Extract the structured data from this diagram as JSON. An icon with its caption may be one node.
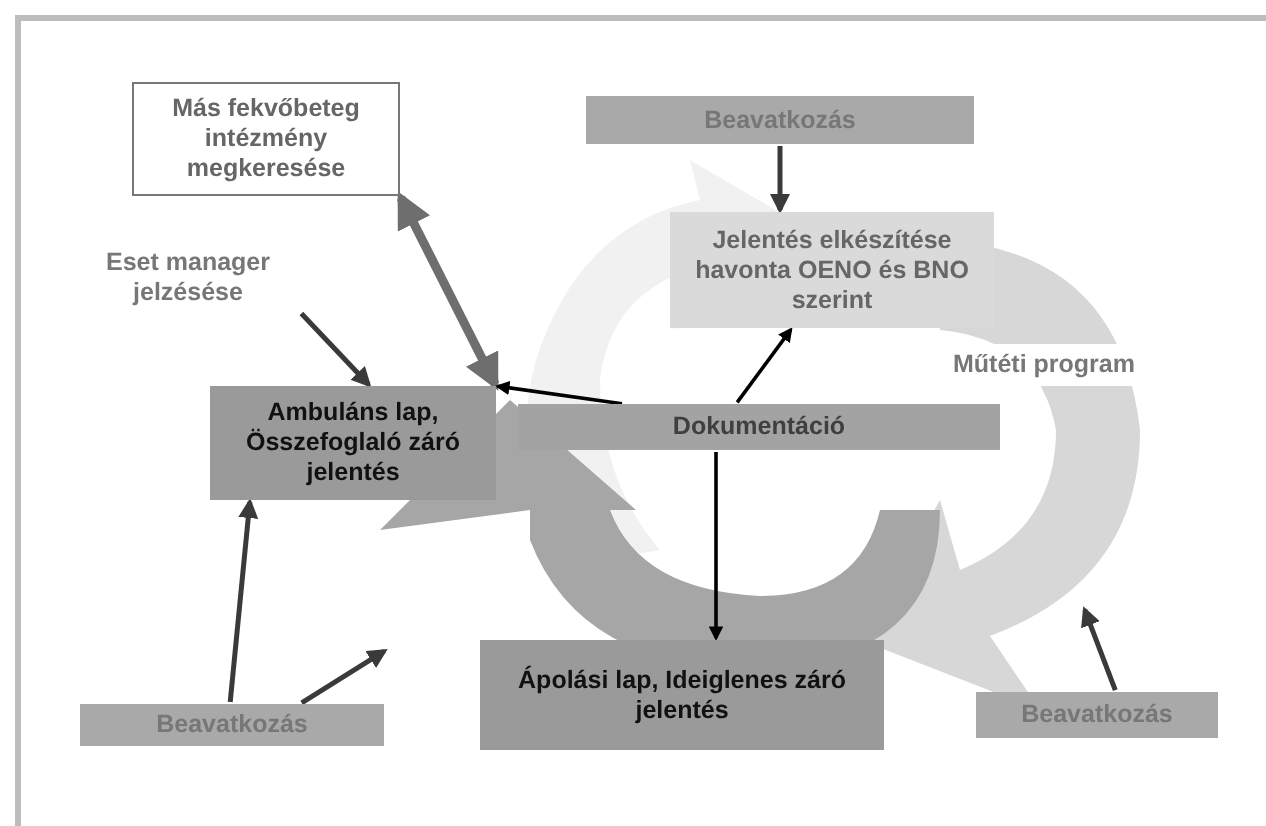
{
  "diagram": {
    "nodes": [
      {
        "text": [
          "Más fekvőbeteg intézmény megkeresése"
        ]
      },
      {
        "text": [
          "Beavatkozás"
        ]
      },
      {
        "text": [
          "Eset manager jelzésése"
        ]
      },
      {
        "text": [
          "Jelentés elkészítése havonta OENO és BNO szerint"
        ]
      },
      {
        "text": [
          "Műtéti program"
        ]
      },
      {
        "text": [
          "Ambuláns lap, Összefoglaló záró jelentés"
        ]
      },
      {
        "text": [
          "Dokumentáció"
        ]
      },
      {
        "text": [
          "Ápolási lap, Ideiglenes záró jelentés"
        ]
      },
      {
        "text": [
          "Beavatkozás"
        ]
      },
      {
        "text": [
          "Beavatkozás"
        ]
      }
    ],
    "edges": [
      {
        "from": 0,
        "to": 5,
        "arrow": "both",
        "style": "thick",
        "color": "#6e6e6e"
      },
      {
        "from": 2,
        "to": 5,
        "arrow": "to"
      },
      {
        "from": 1,
        "to": 3,
        "arrow": "to"
      },
      {
        "from": 6,
        "to": 5,
        "arrow": "to",
        "color": "#000000"
      },
      {
        "from": 6,
        "to": 3,
        "arrow": "to",
        "color": "#000000"
      },
      {
        "from": 6,
        "to": 7,
        "arrow": "to",
        "color": "#000000"
      },
      {
        "from": 8,
        "to": 5,
        "arrow": "to"
      },
      {
        "from": 8,
        "to": null,
        "arrow": "to"
      },
      {
        "from": 9,
        "to": null,
        "arrow": "to"
      }
    ]
  }
}
